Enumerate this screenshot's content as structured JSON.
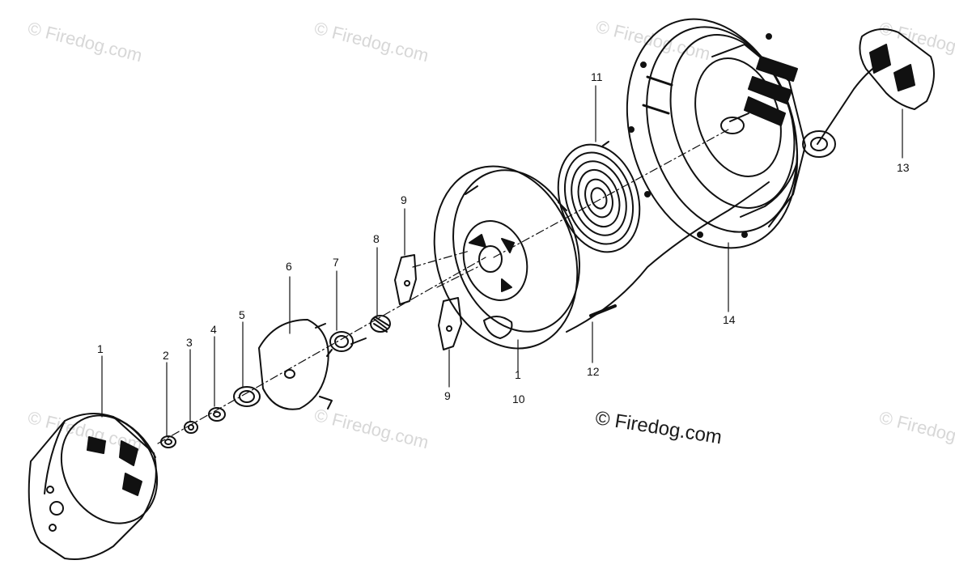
{
  "watermark_text": "© Firedog.com",
  "copyright_text": "© Firedog.com",
  "callouts": [
    "1",
    "2",
    "3",
    "4",
    "5",
    "6",
    "7",
    "8",
    "9",
    "9",
    "1",
    "10",
    "11",
    "12",
    "13",
    "14"
  ],
  "colors": {
    "ink": "#111111",
    "watermark": "#d7d7d7",
    "background": "#ffffff"
  }
}
